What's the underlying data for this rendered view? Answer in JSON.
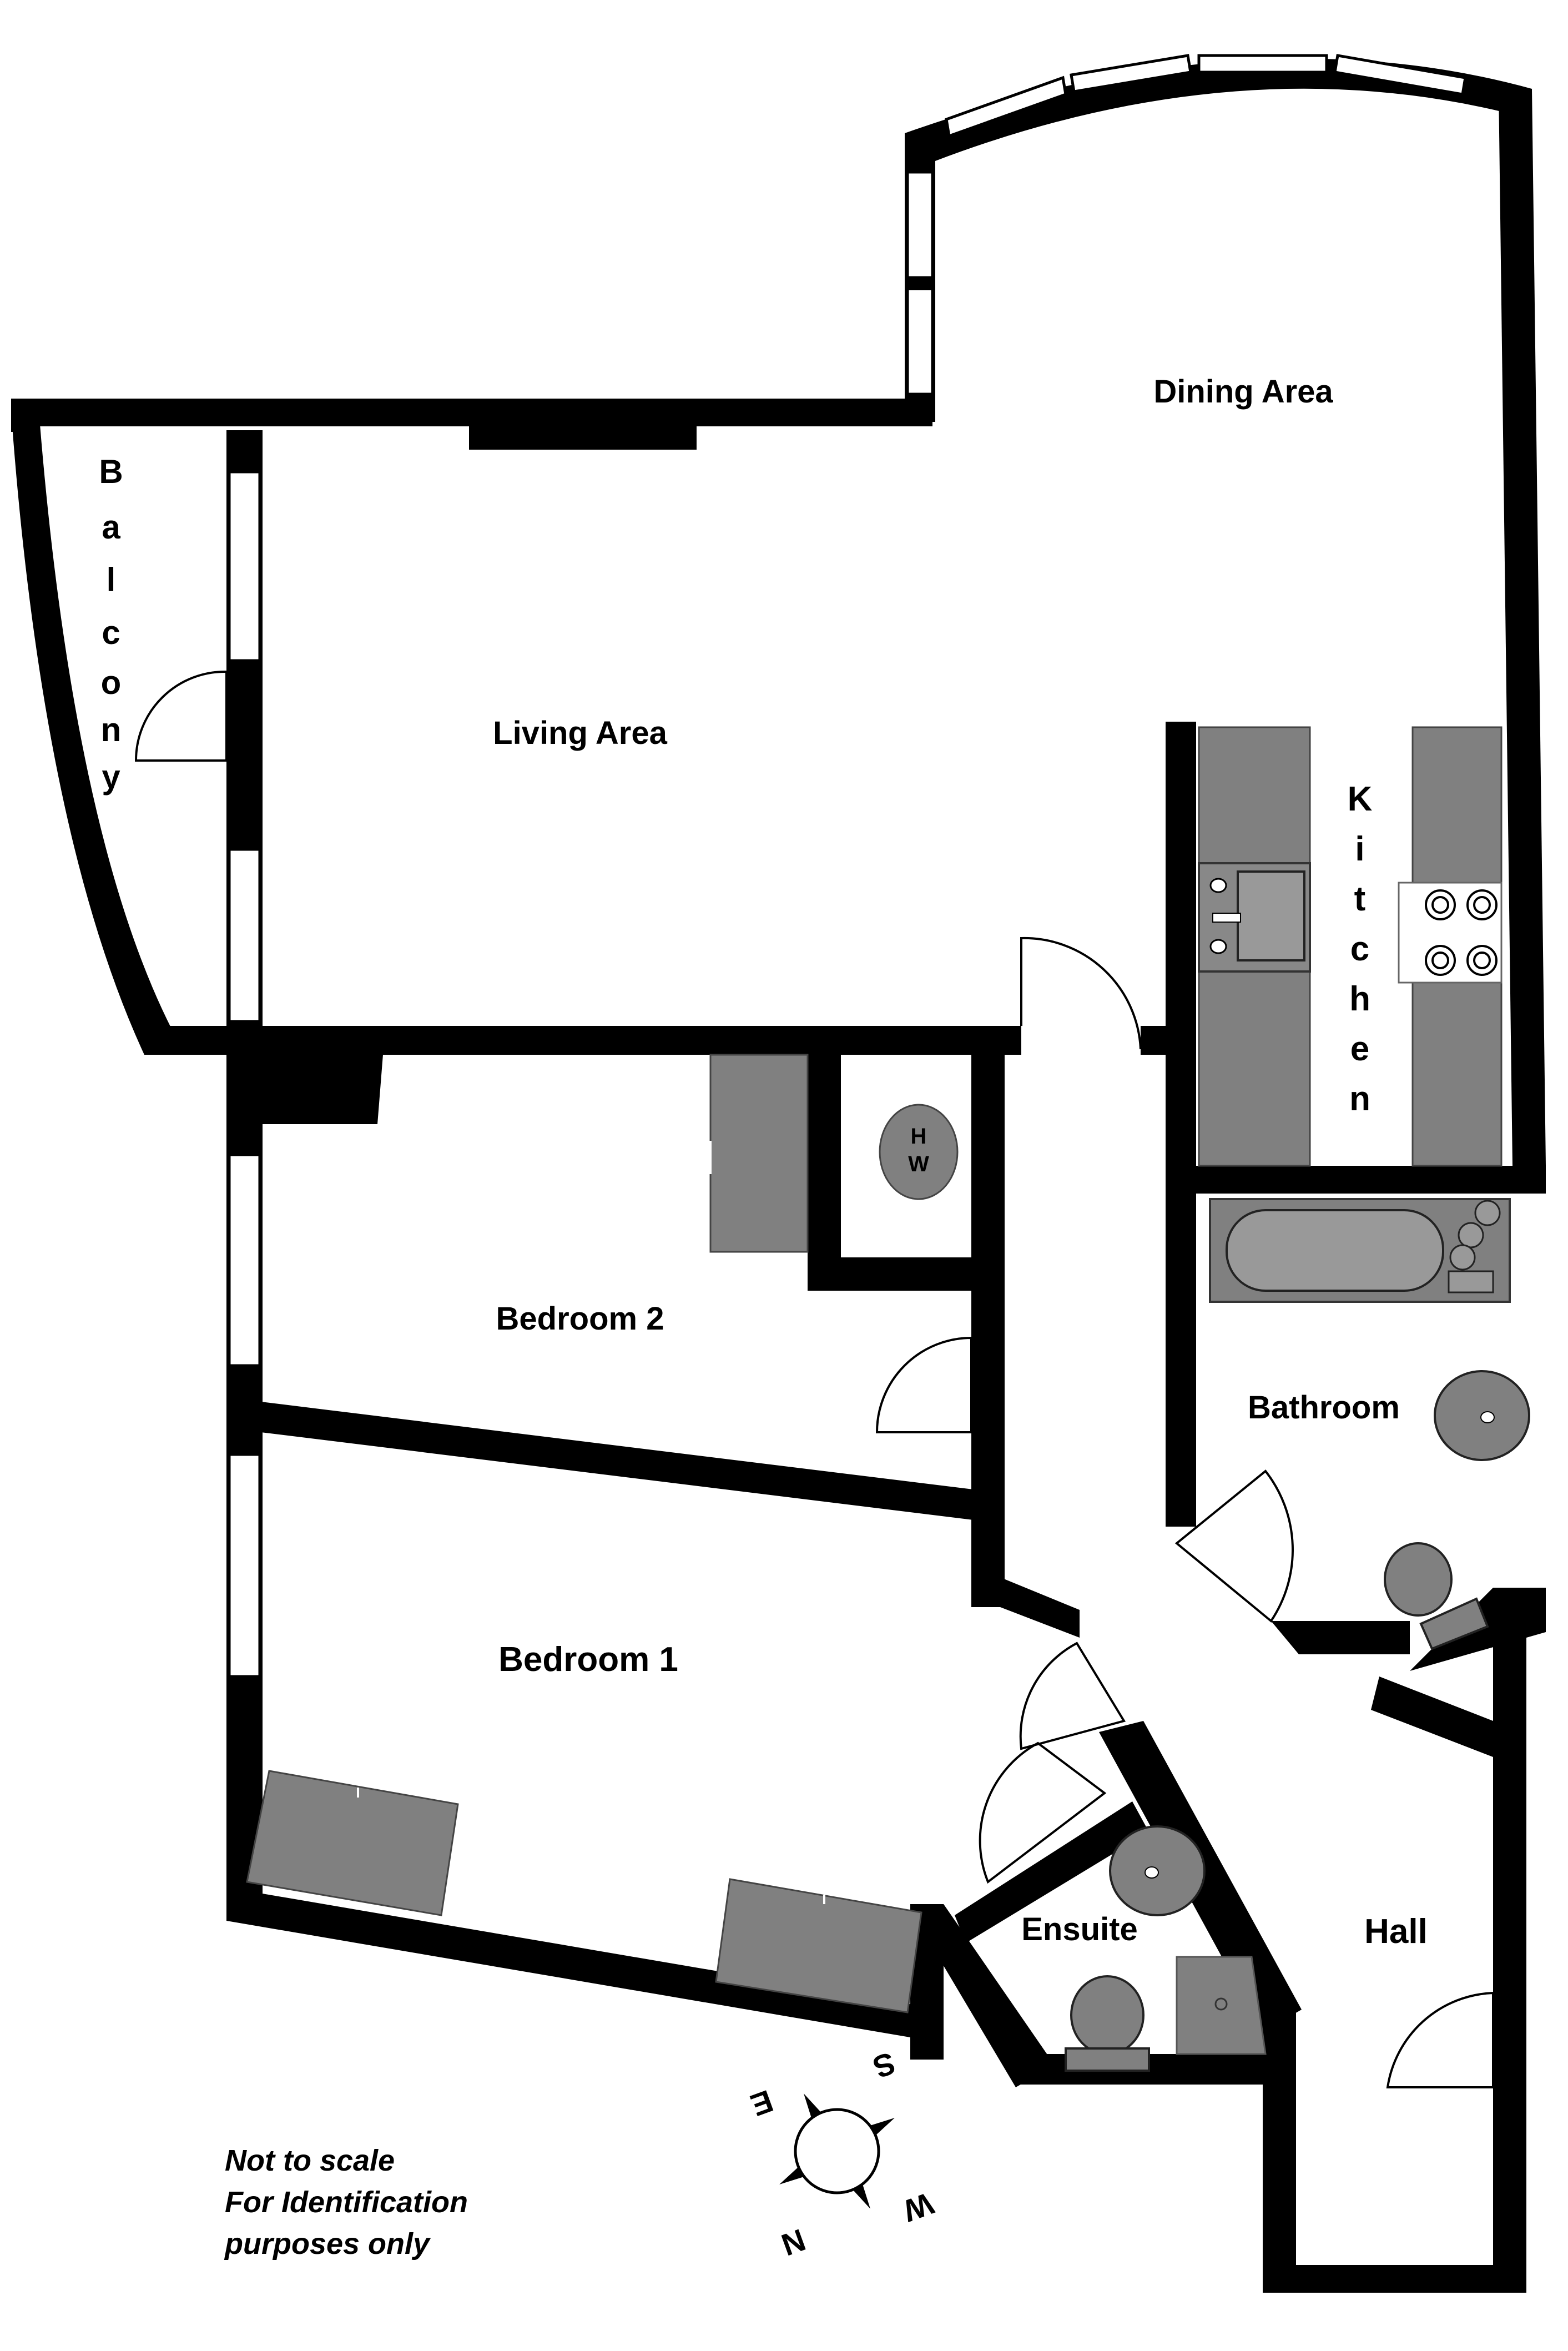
{
  "rooms": {
    "dining": "Dining Area",
    "living": "Living Area",
    "bedroom2": "Bedroom 2",
    "bedroom1": "Bedroom 1",
    "bathroom": "Bathroom",
    "ensuite": "Ensuite",
    "hall": "Hall",
    "balcony": [
      "B",
      "a",
      "l",
      "c",
      "o",
      "n",
      "y"
    ],
    "kitchen": [
      "K",
      "i",
      "t",
      "c",
      "h",
      "e",
      "n"
    ],
    "hot_water": [
      "H",
      "W"
    ]
  },
  "notes": [
    "Not to scale",
    "For Identification",
    "purposes only"
  ],
  "compass": {
    "north": "N",
    "south": "S",
    "east": "E",
    "west": "W"
  },
  "colors": {
    "wall": "#000000",
    "fixture": "#808080",
    "background": "#ffffff"
  }
}
